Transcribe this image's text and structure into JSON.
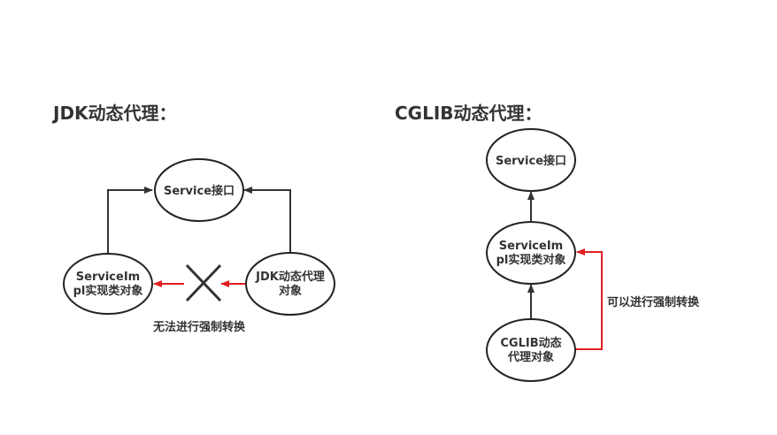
{
  "jdk": {
    "title": "JDK动态代理：",
    "interface_node": "Service接口",
    "impl_node": [
      "ServiceIm",
      "pl实现类对象"
    ],
    "proxy_node": [
      "JDK动态代理",
      "对象"
    ],
    "note": "无法进行强制转换"
  },
  "cglib": {
    "title": "CGLIB动态代理：",
    "interface_node": "Service接口",
    "impl_node": [
      "ServiceIm",
      "pl实现类对象"
    ],
    "proxy_node": [
      "CGLIB动态",
      "代理对象"
    ],
    "note": "可以进行强制转换"
  },
  "colors": {
    "line": "#333333",
    "cast_arrow": "#e02020",
    "node_fill": "#ffffff",
    "node_stroke": "#222222",
    "cross": "#333333"
  }
}
